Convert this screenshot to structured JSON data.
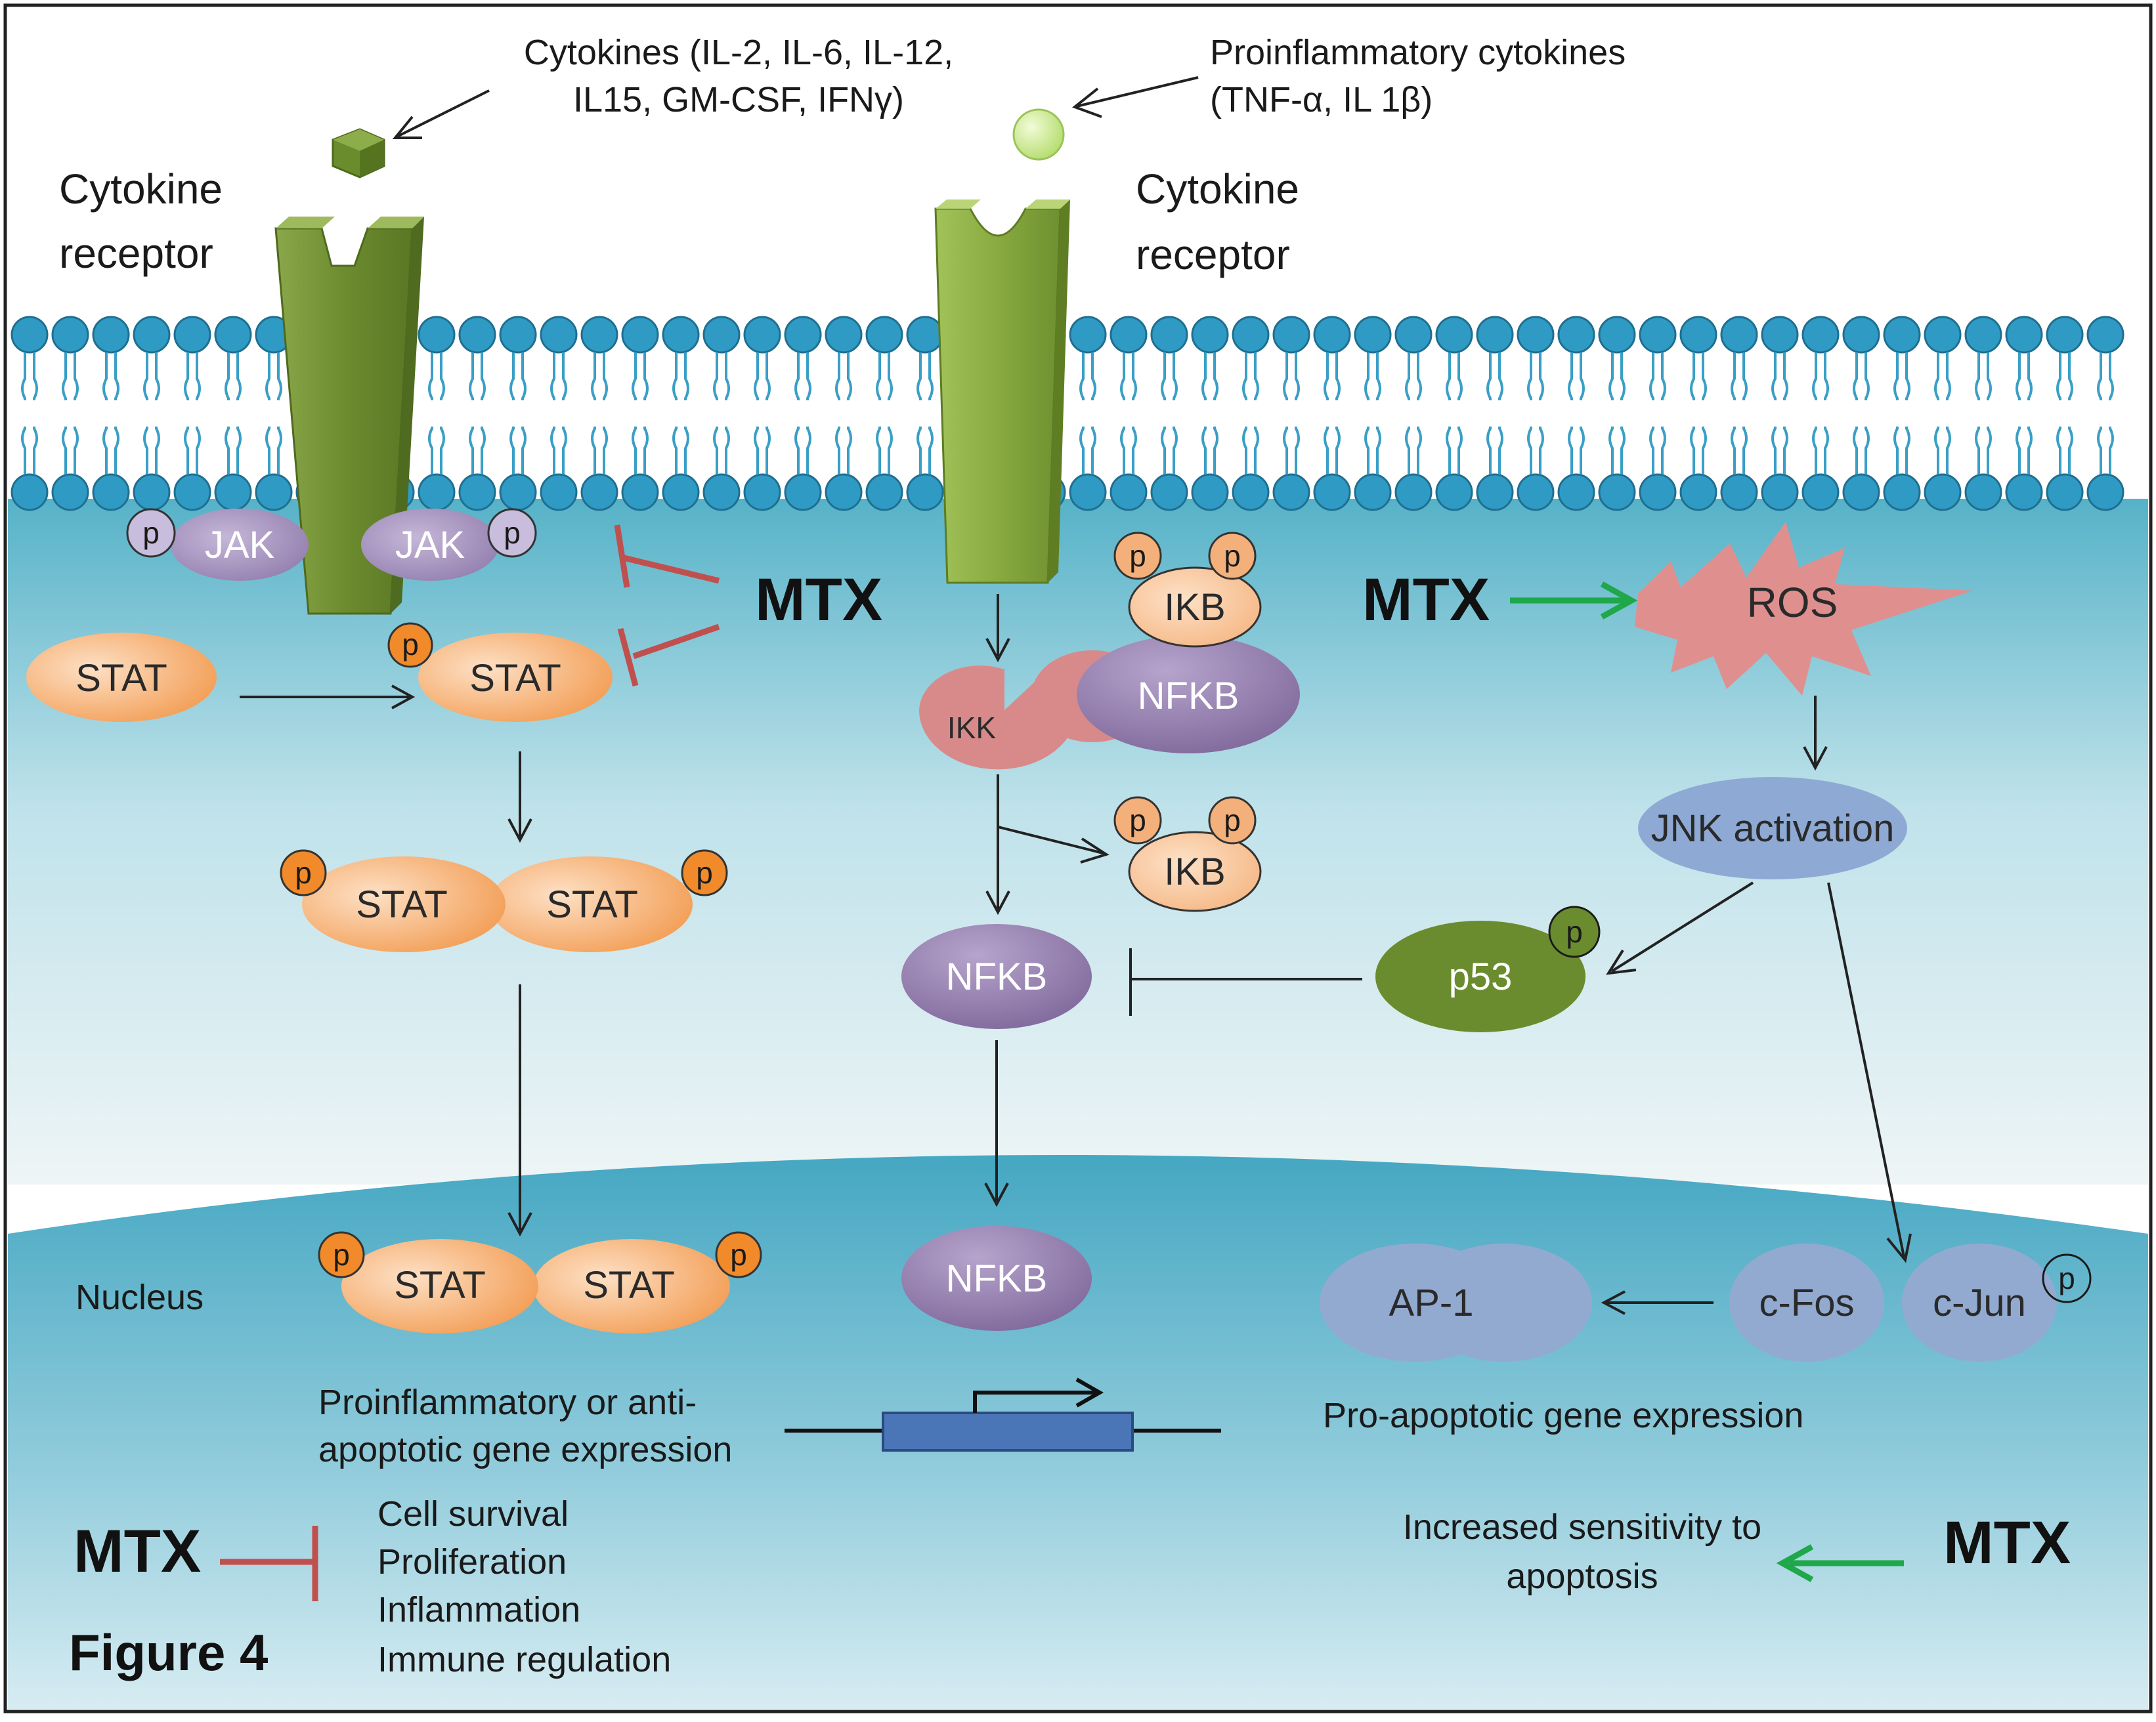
{
  "figure_label": "Figure 4",
  "mtx_label": "MTX",
  "phospho_label": "p",
  "receptors": {
    "left_label_line1": "Cytokine",
    "left_label_line2": "receptor",
    "right_label_line1": "Cytokine",
    "right_label_line2": "receptor"
  },
  "ligands": {
    "left_line1": "Cytokines (IL-2, IL-6, IL-12,",
    "left_line2": "IL15, GM-CSF, IFNγ)",
    "right_line1": "Proinflammatory cytokines",
    "right_line2": "(TNF-α, IL 1β)"
  },
  "molecules": {
    "jak": "JAK",
    "stat": "STAT",
    "ikk": "IKK",
    "ikb": "IKB",
    "nfkb": "NFKB",
    "ros": "ROS",
    "jnk": "JNK activation",
    "p53": "p53",
    "ap1": "AP-1",
    "cfos": "c-Fos",
    "cjun": "c-Jun"
  },
  "nucleus_label": "Nucleus",
  "gene_expression": {
    "left_line1": "Proinflammatory or anti-",
    "left_line2": "apoptotic gene expression",
    "right": "Pro-apoptotic gene expression"
  },
  "outcomes": {
    "inhibited": [
      "Cell survival",
      "Proliferation",
      "Inflammation",
      "Immune regulation"
    ],
    "promoted_line1": "Increased sensitivity to",
    "promoted_line2": "apoptosis"
  },
  "colors": {
    "cytoplasm": "#5ab4c9",
    "nucleus": "#4aa9c4",
    "membrane_head": "#2f9bc4",
    "receptor": "#7a9a3a",
    "stat": "#f5a35c",
    "jak": "#9a86b4",
    "nfkb": "#8e78a8",
    "ikk": "#d88a8a",
    "ros": "#e08f8f",
    "jnk": "#8eaad4",
    "p53": "#6a8c2e",
    "phospho_orange": "#f08a2a",
    "inhibit_red": "#c0504d",
    "activate_green": "#1fa84a"
  }
}
